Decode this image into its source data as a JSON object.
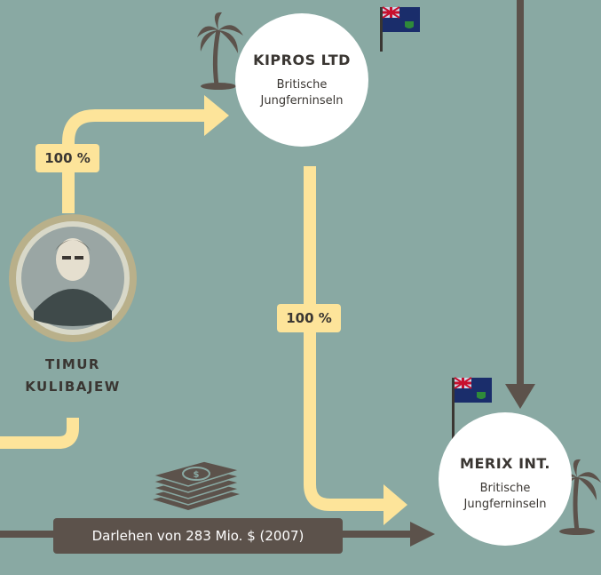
{
  "nodes": {
    "kipros": {
      "title": "KIPROS LTD",
      "sub1": "Britische",
      "sub2": "Jungferninseln"
    },
    "merix": {
      "title": "MERIX INT.",
      "sub1": "Britische",
      "sub2": "Jungferninseln"
    }
  },
  "person": {
    "line1": "TIMUR",
    "line2": "KULIBAJEW"
  },
  "ownership": {
    "person_to_kipros": "100 %",
    "kipros_to_merix": "100 %"
  },
  "loan": {
    "label": "Darlehen von 283 Mio. $ (2007)"
  },
  "colors": {
    "background": "#89a9a3",
    "ownership_arrow": "#fde49a",
    "money_arrow": "#5c524b",
    "node_fill": "#ffffff"
  },
  "icons": [
    "palm-tree-icon",
    "bvi-flag-icon",
    "money-stack-icon",
    "portrait-medallion"
  ]
}
